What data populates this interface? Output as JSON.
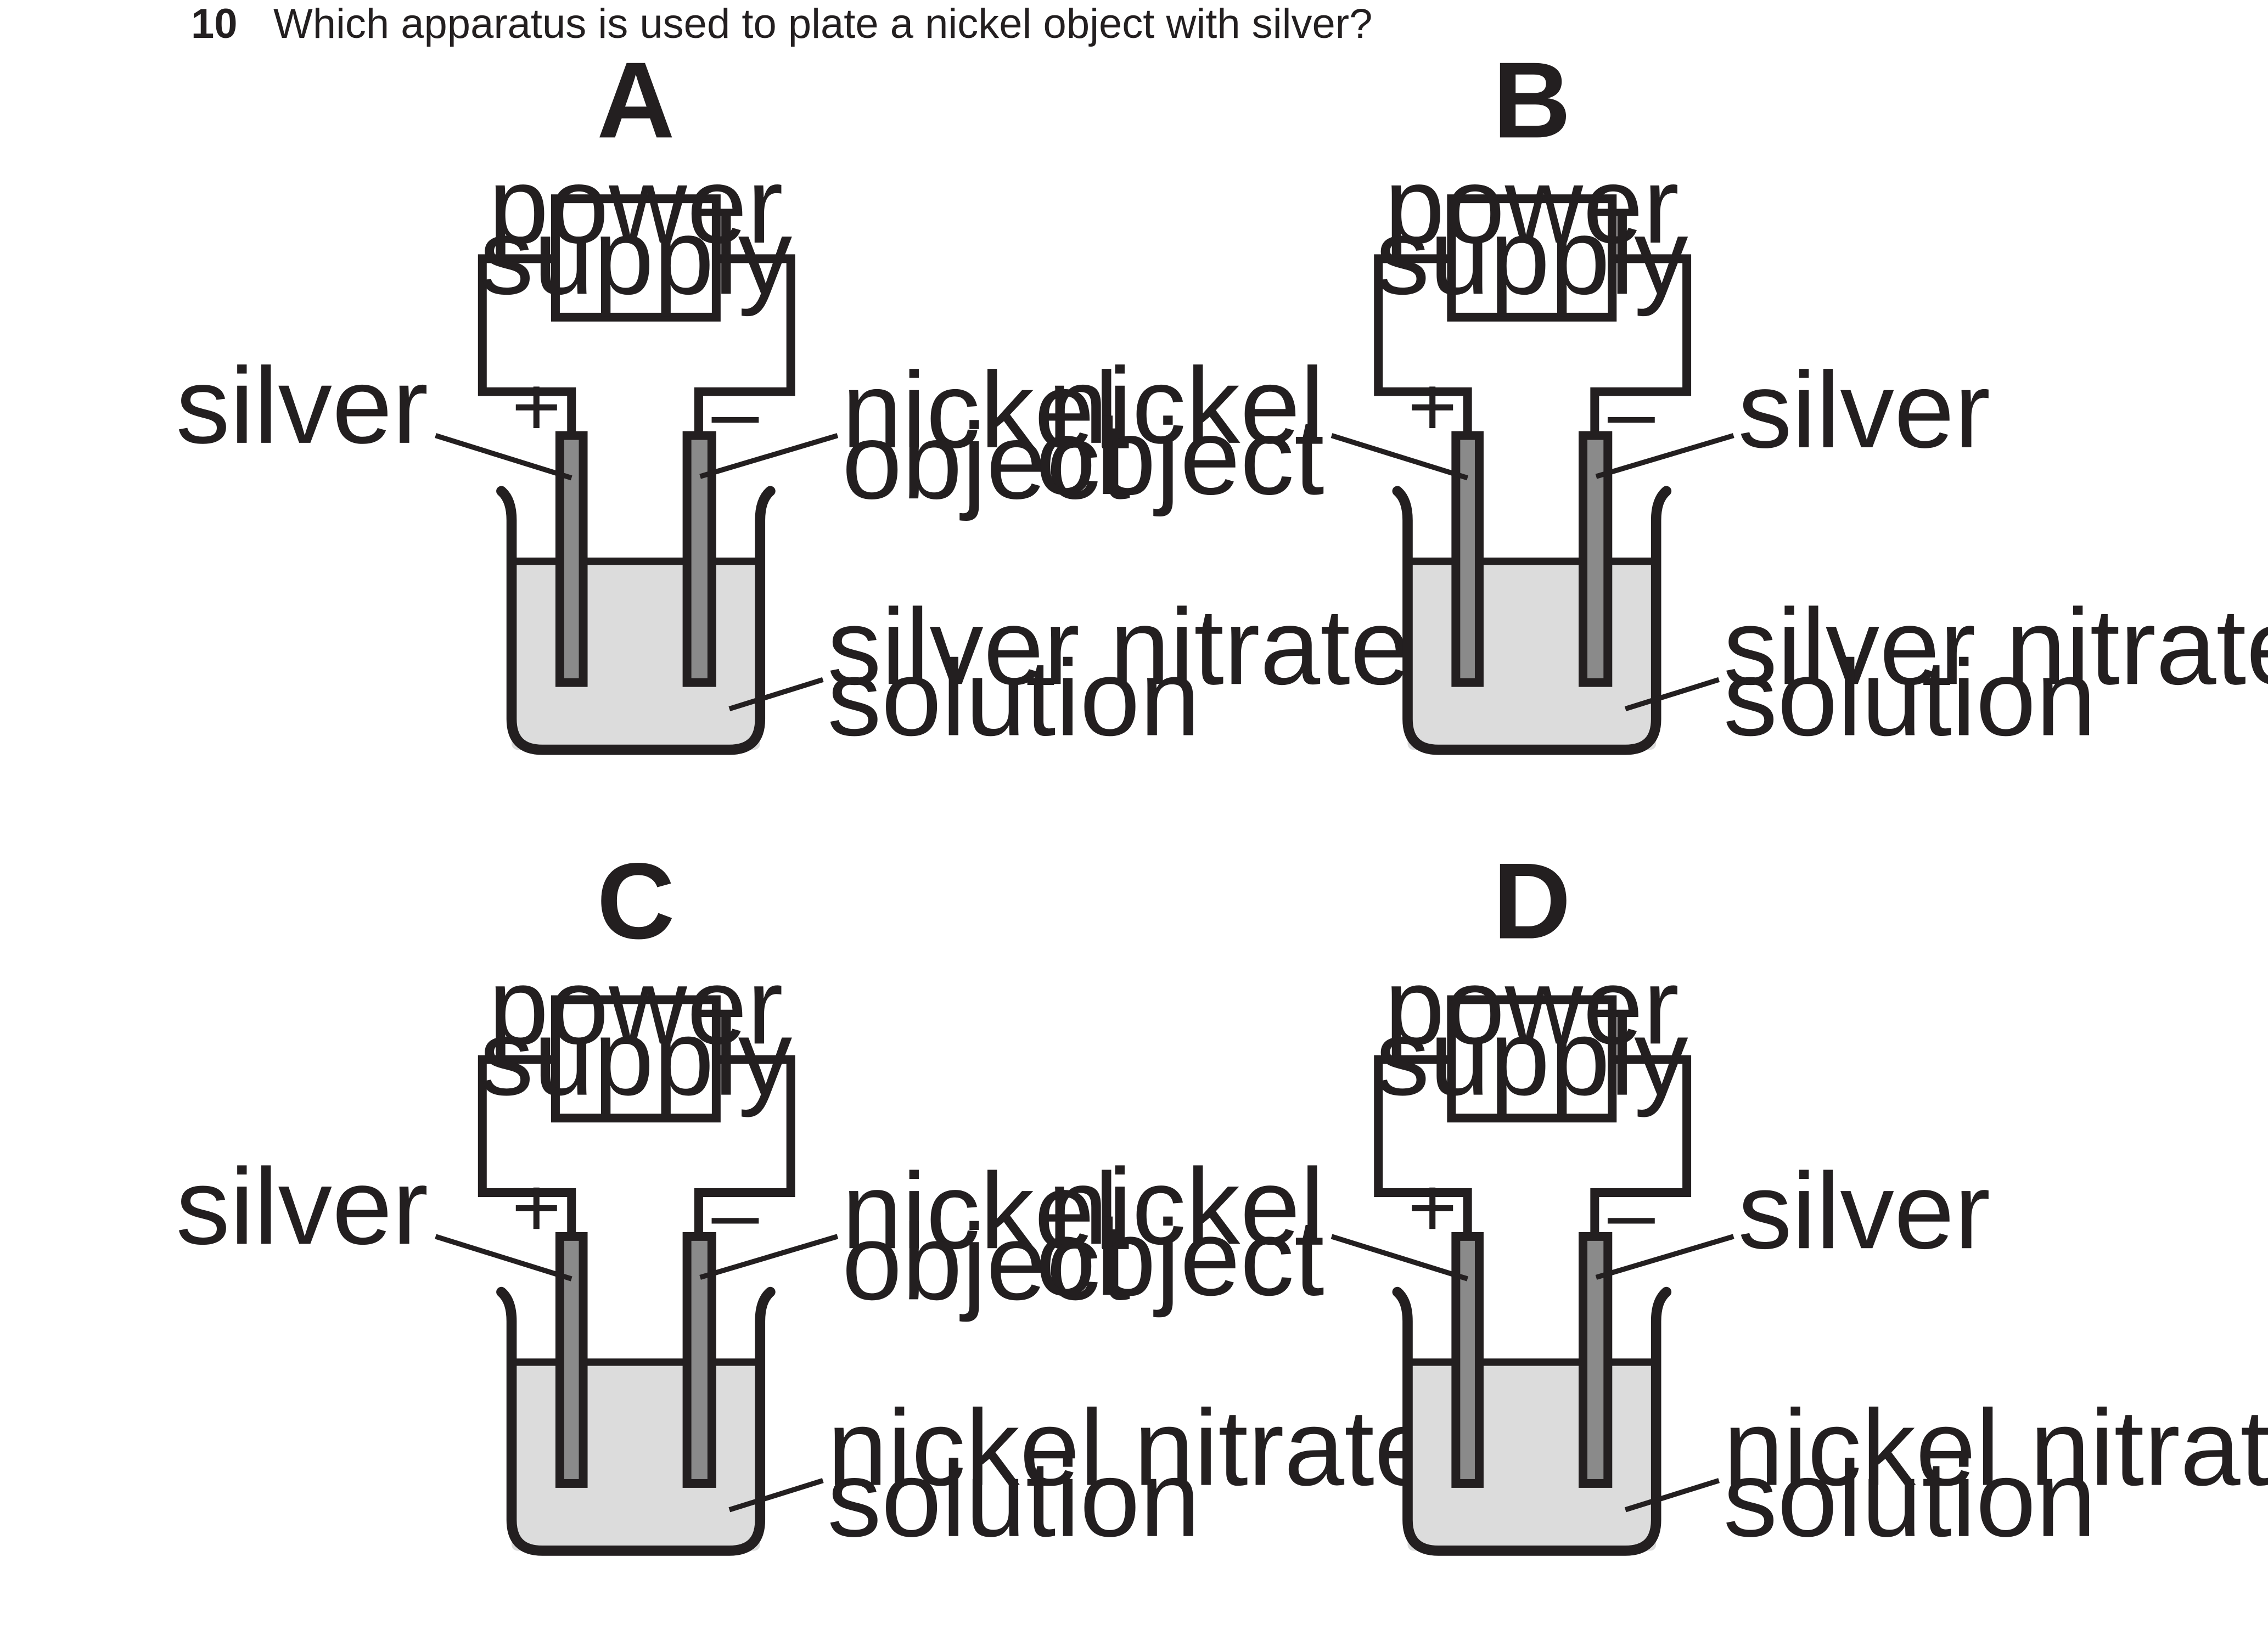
{
  "question": {
    "number": "10",
    "text": "Which apparatus is used to plate a nickel object with silver?"
  },
  "options": [
    {
      "letter": "A",
      "power_supply": [
        "power",
        "supply"
      ],
      "positive_sign": "+",
      "negative_sign": "–",
      "positive_electrode_label": [
        "silver"
      ],
      "negative_electrode_label": [
        "nickel",
        "object"
      ],
      "solution_label": [
        "silver nitrate",
        "solution"
      ]
    },
    {
      "letter": "B",
      "power_supply": [
        "power",
        "supply"
      ],
      "positive_sign": "+",
      "negative_sign": "–",
      "positive_electrode_label": [
        "nickel",
        "object"
      ],
      "negative_electrode_label": [
        "silver"
      ],
      "solution_label": [
        "silver nitrate",
        "solution"
      ]
    },
    {
      "letter": "C",
      "power_supply": [
        "power",
        "supply"
      ],
      "positive_sign": "+",
      "negative_sign": "–",
      "positive_electrode_label": [
        "silver"
      ],
      "negative_electrode_label": [
        "nickel",
        "object"
      ],
      "solution_label": [
        "nickel nitrate",
        "solution"
      ]
    },
    {
      "letter": "D",
      "power_supply": [
        "power",
        "supply"
      ],
      "positive_sign": "+",
      "negative_sign": "–",
      "positive_electrode_label": [
        "nickel",
        "object"
      ],
      "negative_electrode_label": [
        "silver"
      ],
      "solution_label": [
        "nickel nitrate",
        "solution"
      ]
    }
  ],
  "colors": {
    "ink": "#231f20",
    "electrode": "#8a8a8a",
    "solution": "#dcdcdc"
  }
}
